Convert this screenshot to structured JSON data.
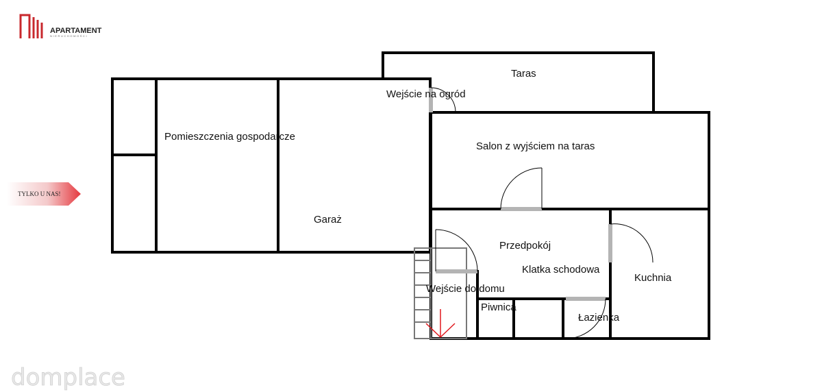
{
  "brand": {
    "name": "APARTAMENT",
    "subtitle": "NIERUCHOMOŚCI",
    "logo_icon": "apartament-logo-icon",
    "logo_color": "#c8282d"
  },
  "badge": {
    "text": "TYLKO U NAS!",
    "color": "#e5393f"
  },
  "watermark": "domplace",
  "rooms": {
    "taras": "Taras",
    "wejscie_ogrod": "Wejście na ogród",
    "pomieszczenia": "Pomieszczenia gospodarcze",
    "salon": "Salon z wyjściem na taras",
    "garaz": "Garaż",
    "przedpokoj": "Przedpokój",
    "klatka": "Klatka schodowa",
    "kuchnia": "Kuchnia",
    "wejscie_dom": "Wejście do domu",
    "piwnica": "Piwnica",
    "lazienka": "Łazienka"
  },
  "colors": {
    "wall": "#000000",
    "door_opening": "#b4b4b4",
    "entry_arrow": "#e0191e"
  }
}
